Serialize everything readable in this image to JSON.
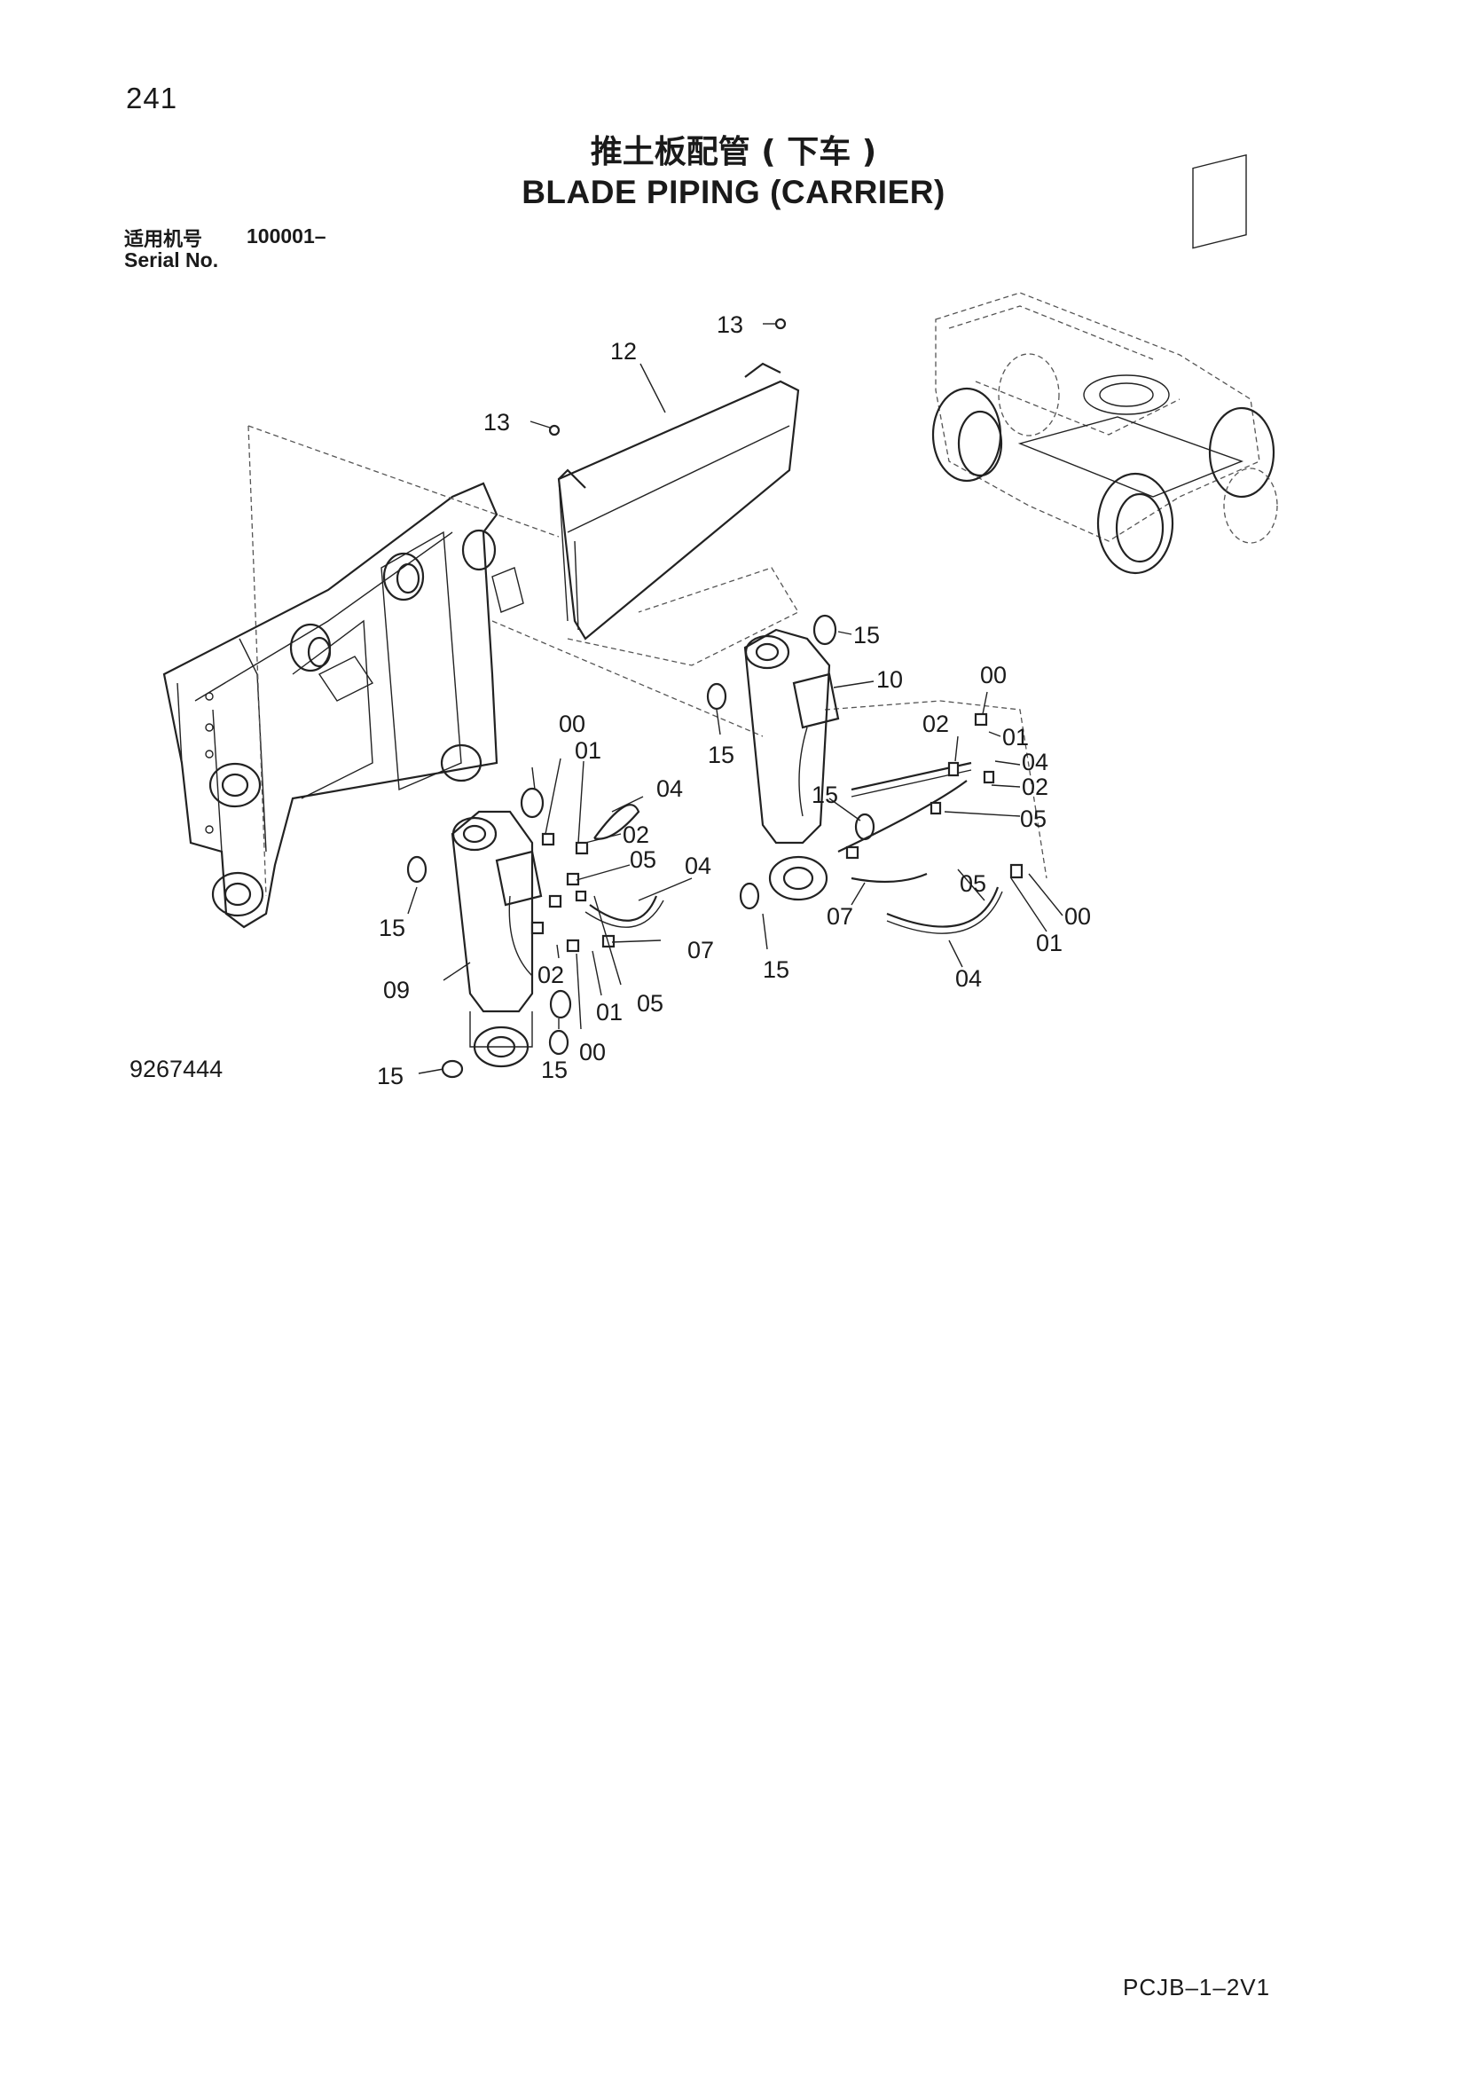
{
  "page": {
    "page_number": "241",
    "title_cn": "推土板配管 ( 下车 )",
    "title_en": "BLADE PIPING (CARRIER)",
    "serial_label_cn": "适用机号",
    "serial_value": "100001–",
    "serial_label_en": "Serial No.",
    "drawing_number": "9267444",
    "document_code": "PCJB–1–2V1"
  },
  "callouts": [
    "13",
    "12",
    "13",
    "15",
    "10",
    "00",
    "02",
    "01",
    "04",
    "02",
    "05",
    "15",
    "15",
    "00",
    "01",
    "04",
    "02",
    "05",
    "04",
    "07",
    "15",
    "09",
    "02",
    "01",
    "05",
    "15",
    "00",
    "15",
    "15",
    "07",
    "05",
    "00",
    "01",
    "04"
  ]
}
